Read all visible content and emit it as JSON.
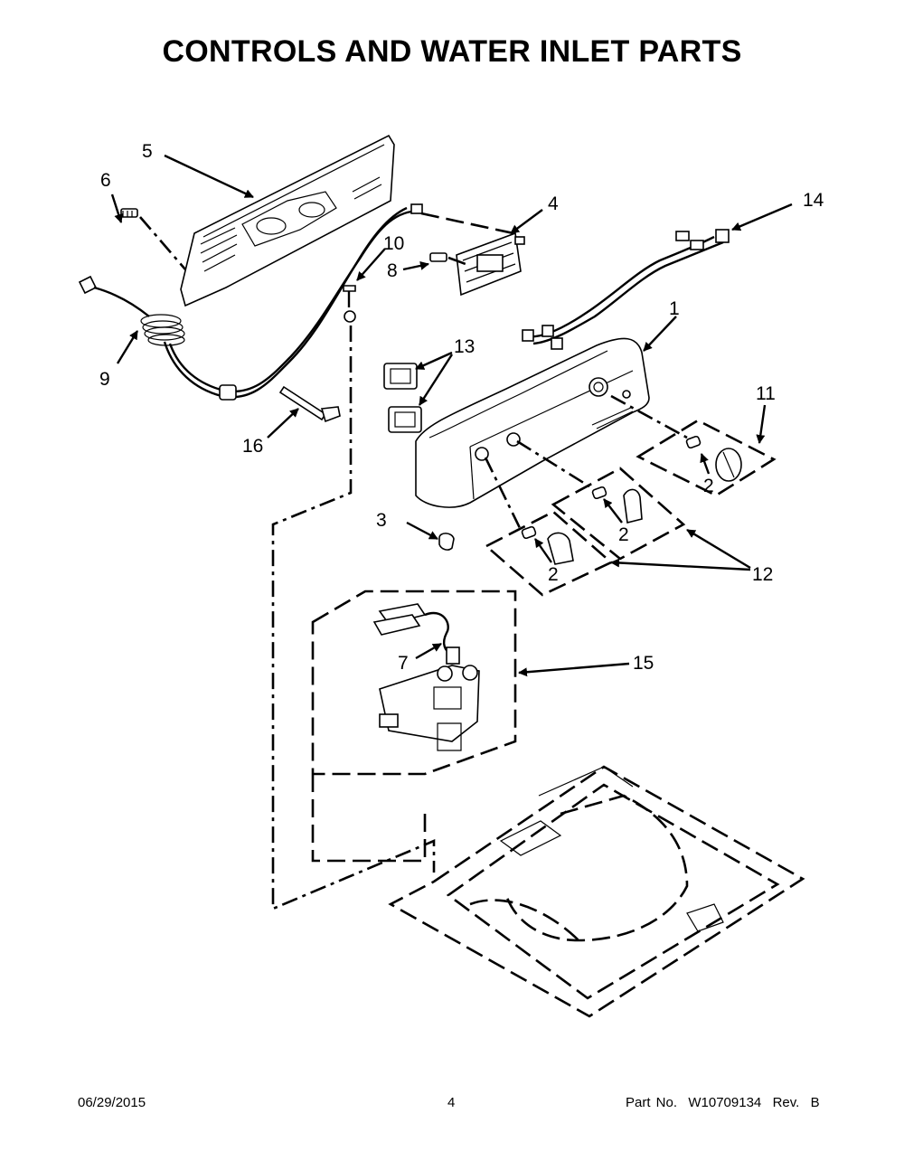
{
  "title": "CONTROLS AND WATER INLET PARTS",
  "callouts": [
    "1",
    "2",
    "2",
    "2",
    "3",
    "4",
    "5",
    "6",
    "7",
    "8",
    "9",
    "10",
    "11",
    "12",
    "13",
    "14",
    "15",
    "16"
  ],
  "footer": {
    "date": "06/29/2015",
    "page": "4",
    "part": "Part No.  W10709134  Rev.  B"
  }
}
